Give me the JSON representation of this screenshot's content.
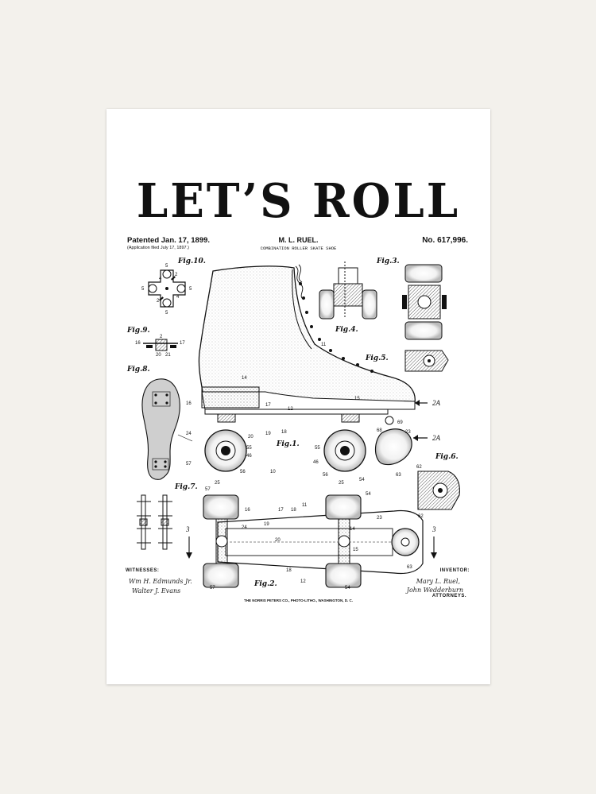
{
  "poster": {
    "title": "LET’S ROLL",
    "patented": "Patented Jan. 17, 1899.",
    "application": "(Application filed July 17, 1897.)",
    "inventor_name": "M. L. RUEL.",
    "invention": "COMBINATION ROLLER SKATE SHOE",
    "patent_no": "No. 617,996.",
    "witnesses_label": "WITNESSES:",
    "witness_1": "Wm H. Edmunds Jr.",
    "witness_2": "Walter J. Evans",
    "inventor_label": "INVENTOR:",
    "inventor_sig": "Mary L. Ruel,",
    "attorney_sig": "John Wedderburn",
    "attorneys_label": "ATTORNEYS.",
    "printer": "THE NORRIS PETERS CO., PHOTO-LITHO., WASHINGTON, D. C."
  },
  "figures": {
    "fig1": "Fig.1.",
    "fig2": "Fig.2.",
    "fig3": "Fig.3.",
    "fig4": "Fig.4.",
    "fig5": "Fig.5.",
    "fig6": "Fig.6.",
    "fig7": "Fig.7.",
    "fig8": "Fig.8.",
    "fig9": "Fig.9.",
    "fig10": "Fig.10."
  },
  "refs": {
    "r2a": "2A",
    "r3": "3",
    "r10": "10",
    "r11": "11",
    "r12": "12",
    "r14": "14",
    "r15": "15",
    "r16": "16",
    "r17": "17",
    "r18": "18",
    "r19": "19",
    "r20": "20",
    "r23": "23",
    "r24": "24",
    "r25": "25",
    "r46": "46",
    "r54": "54",
    "r55": "55",
    "r56": "56",
    "r57": "57",
    "r62": "62",
    "r63": "63",
    "r68": "68",
    "r69": "69"
  },
  "colors": {
    "paper": "#ffffff",
    "wall": "#f3f1ec",
    "ink": "#111111",
    "sole_fill": "#cfcfcf"
  }
}
